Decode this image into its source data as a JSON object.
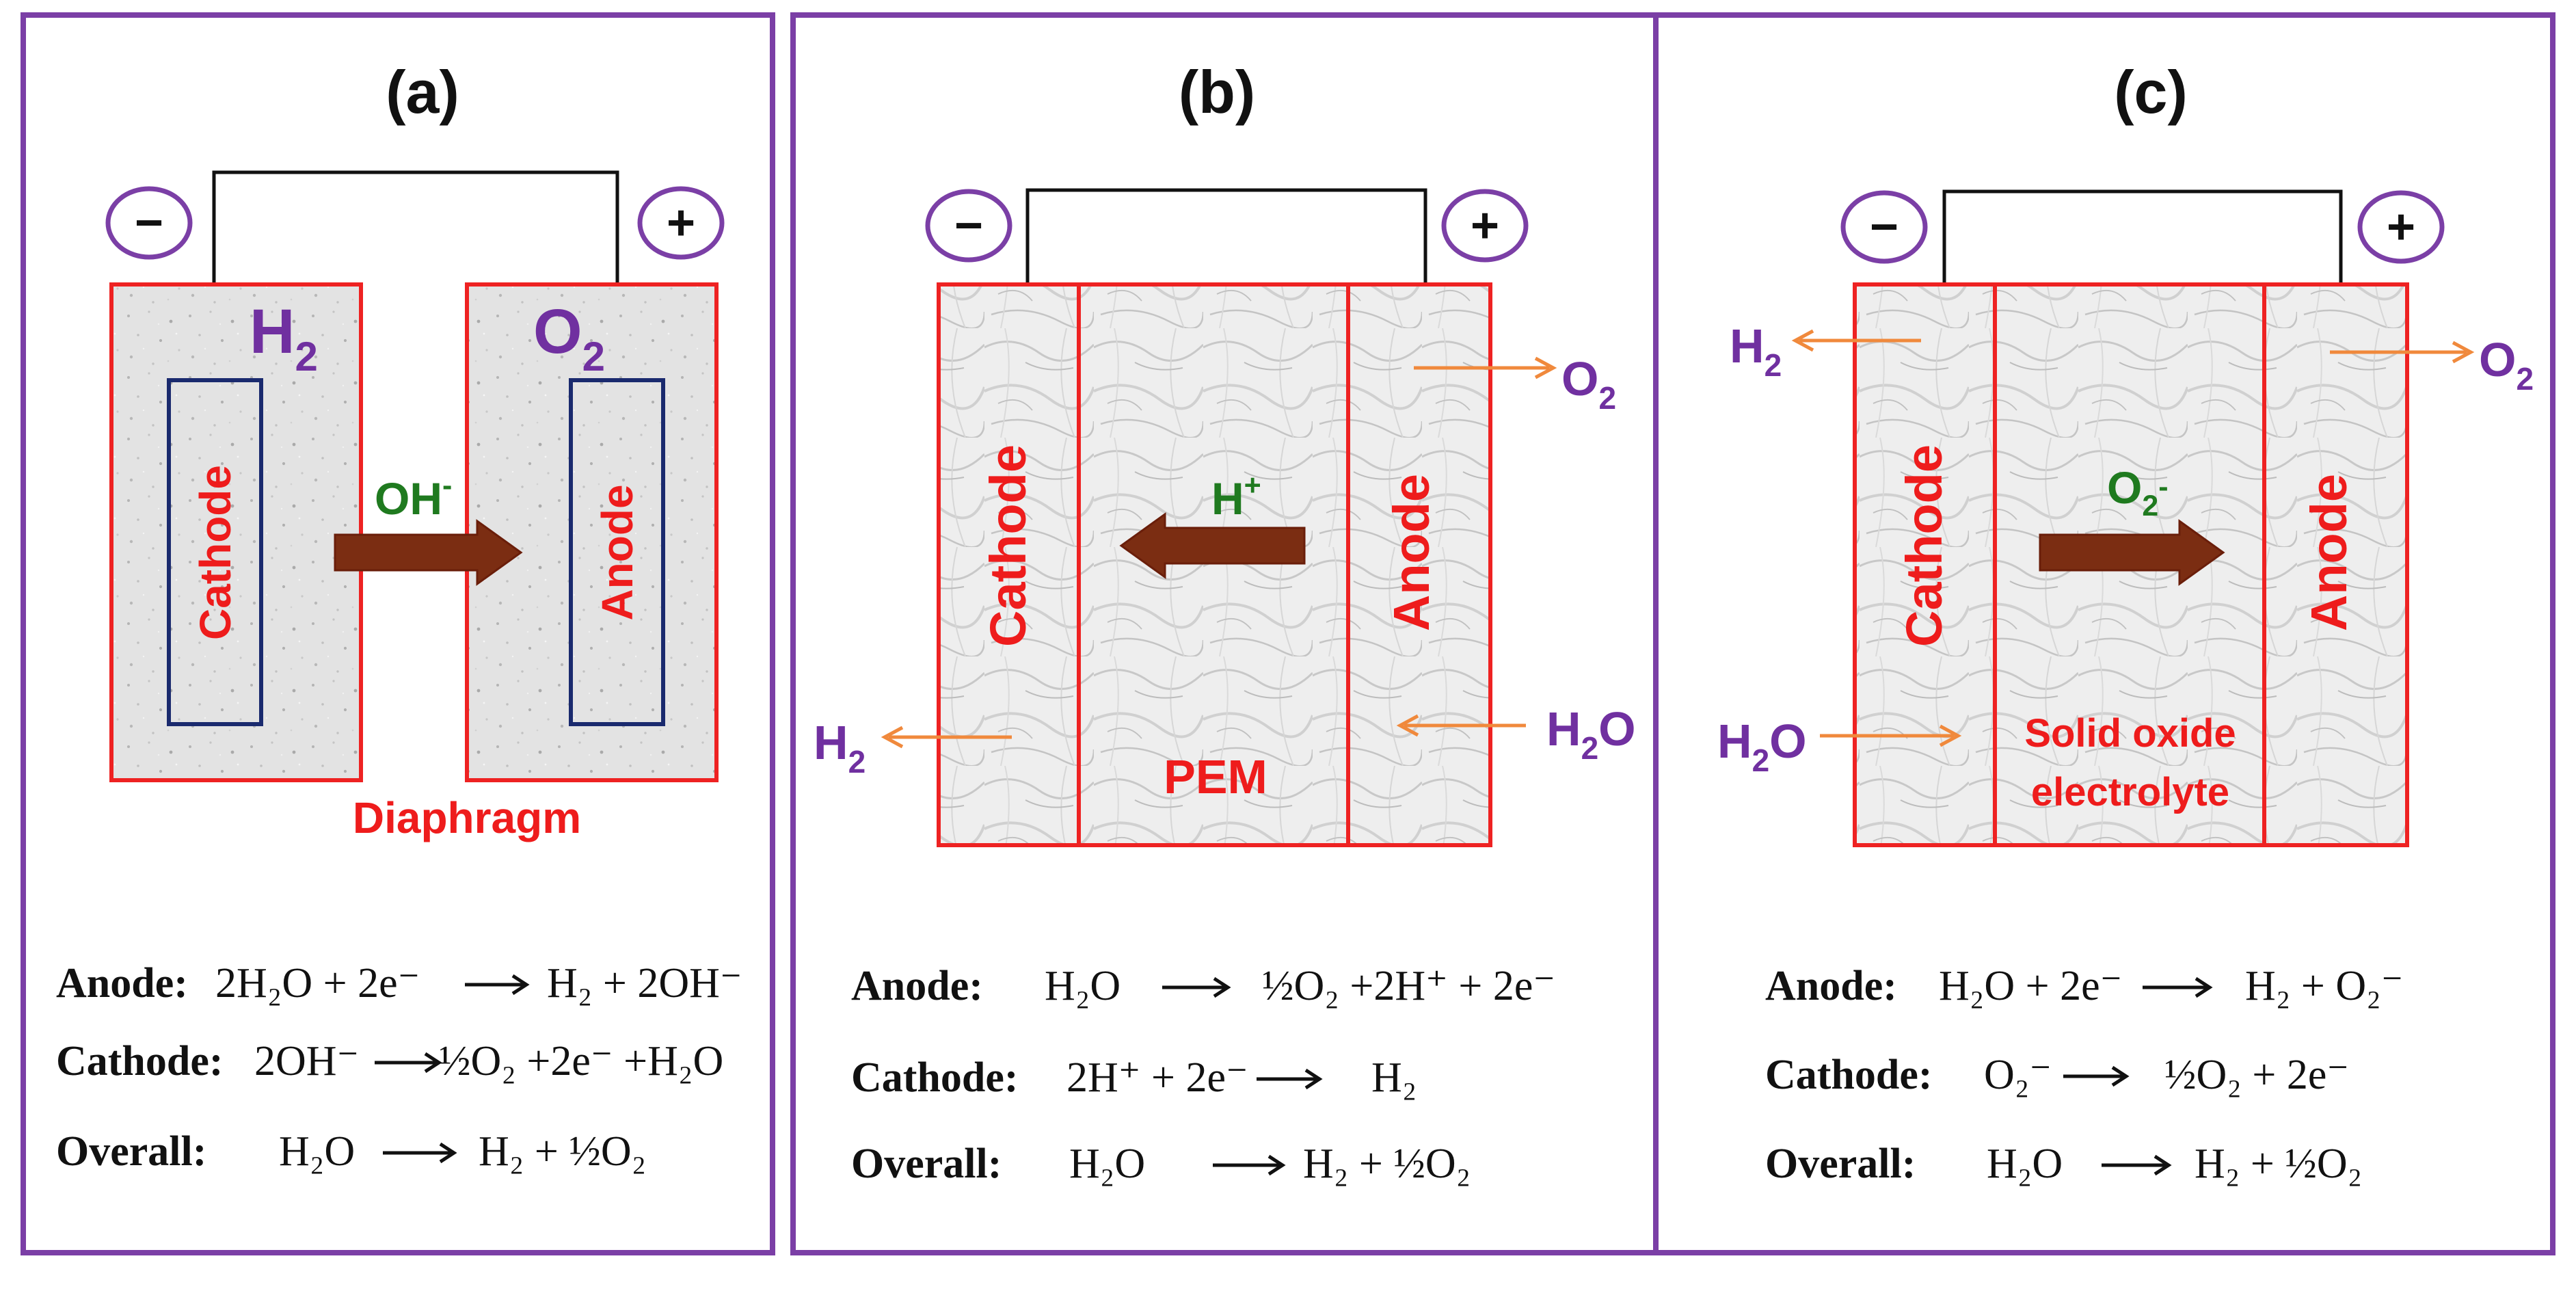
{
  "panels": [
    {
      "label": "(a)",
      "minus": "−",
      "plus": "+",
      "gas_left": "H",
      "gas_left_sub": "2",
      "gas_right": "O",
      "gas_right_sub": "2",
      "cathode": "Cathode",
      "anode": "Anode",
      "ion": "OH",
      "ion_sup": "-",
      "separator": "Diaphragm",
      "eq_anode_label": "Anode:",
      "eq_anode_lhs": "2H₂O + 2e⁻",
      "eq_anode_rhs": "H₂ + 2OH⁻",
      "eq_cathode_label": "Cathode:",
      "eq_cathode_lhs": "2OH⁻",
      "eq_cathode_rhs": "½O₂ +2e⁻ +H₂O",
      "eq_overall_label": "Overall:",
      "eq_overall_lhs": "H₂O",
      "eq_overall_rhs": "H₂ + ½O₂"
    },
    {
      "label": "(b)",
      "minus": "−",
      "plus": "+",
      "cathode": "Cathode",
      "anode": "Anode",
      "ion": "H",
      "ion_sup": "+",
      "separator": "PEM",
      "out_h2": "H",
      "out_h2_sub": "2",
      "out_o2": "O",
      "out_o2_sub": "2",
      "in_h2o": "H",
      "in_h2o_sub": "2",
      "in_h2o_end": "O",
      "eq_anode_label": "Anode:",
      "eq_anode_lhs": "H₂O",
      "eq_anode_rhs": "½O₂ +2H⁺ + 2e⁻",
      "eq_cathode_label": "Cathode:",
      "eq_cathode_lhs": "2H⁺ + 2e⁻",
      "eq_cathode_rhs": "H₂",
      "eq_overall_label": "Overall:",
      "eq_overall_lhs": "H₂O",
      "eq_overall_rhs": "H₂ + ½O₂"
    },
    {
      "label": "(c)",
      "minus": "−",
      "plus": "+",
      "cathode": "Cathode",
      "anode": "Anode",
      "ion": "O",
      "ion_sub": "2",
      "ion_sup": "-",
      "separator_line1": "Solid oxide",
      "separator_line2": "electrolyte",
      "out_h2": "H",
      "out_h2_sub": "2",
      "out_o2": "O",
      "out_o2_sub": "2",
      "in_h2o": "H",
      "in_h2o_sub": "2",
      "in_h2o_end": "O",
      "eq_anode_label": "Anode:",
      "eq_anode_lhs": "H₂O + 2e⁻",
      "eq_anode_rhs": "H₂ + O₂⁻",
      "eq_cathode_label": "Cathode:",
      "eq_cathode_lhs": "O₂⁻",
      "eq_cathode_rhs": "½O₂ + 2e⁻",
      "eq_overall_label": "Overall:",
      "eq_overall_lhs": "H₂O",
      "eq_overall_rhs": "H₂ + ½O₂"
    }
  ],
  "colors": {
    "frame": "#7b3fa6",
    "cell_border": "#ee2222",
    "electrode_border": "#1a2a6e",
    "label_red": "#ee1c1c",
    "gas_purple": "#7030a0",
    "ion_green": "#1f7a1f",
    "big_arrow": "#7b2d12",
    "flow_arrow": "#f0893c",
    "wire": "#111111",
    "text": "#111111"
  }
}
